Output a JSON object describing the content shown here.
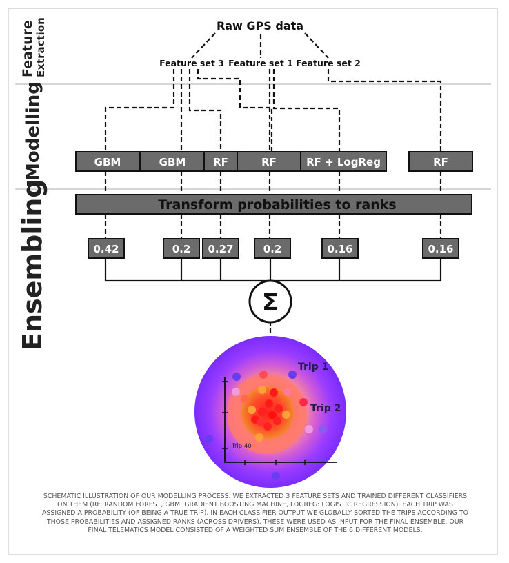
{
  "diagram": {
    "sections": [
      {
        "id": "feature-extraction",
        "line1": "Feature",
        "line2": "Extraction"
      },
      {
        "id": "modelling",
        "label": "Modelling"
      },
      {
        "id": "ensembling",
        "label": "Ensembling"
      }
    ],
    "source": "Raw GPS data",
    "feature_sets": [
      "Feature set 3",
      "Feature set 1",
      "Feature set 2"
    ],
    "models": [
      "GBM",
      "GBM",
      "RF",
      "RF",
      "RF + LogReg",
      "RF"
    ],
    "transform": "Transform probabilities to ranks",
    "weights": [
      "0.42",
      "0.2",
      "0.27",
      "0.2",
      "0.16",
      "0.16"
    ],
    "sum_symbol": "Σ",
    "trip_labels": [
      "Trip 1",
      "Trip 2",
      "Trip 40"
    ],
    "colors": {
      "box": "#6b6b6b",
      "line": "#111111",
      "ball_outer": "#8a3cff",
      "ball_core": "#ff1a1a"
    }
  },
  "caption": "Schematic illustration of our modelling process. We extracted 3 feature sets and trained different classifiers on them (RF: Random Forest, GBM: Gradient Boosting Machine, LogReg: Logistic Regression). Each trip was assigned a probability (of being a true trip). In each classifier output we globally sorted the trips according to those probabilities and assigned ranks (across drivers). These were used as input for the final ensemble. Our final telematics model consisted of a weighted sum ensemble of the 6 different models."
}
